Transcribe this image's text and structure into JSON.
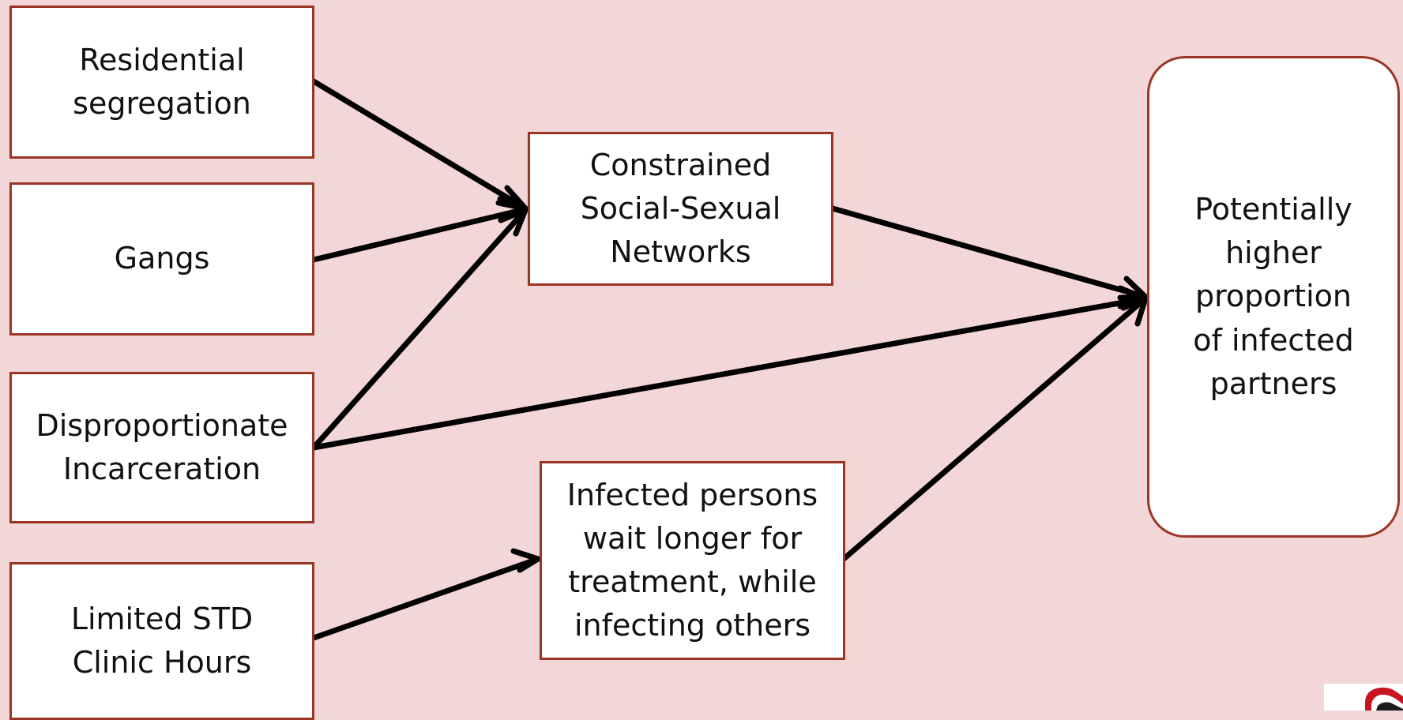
{
  "nodes": {
    "residential_segregation": "Residential\nsegregation",
    "gangs": "Gangs",
    "disproportionate_incarceration": "Disproportionate\nIncarceration",
    "limited_std_clinic_hours": "Limited STD\nClinic Hours",
    "constrained_networks": "Constrained\nSocial-Sexual\nNetworks",
    "infected_persons_wait": "Infected persons\nwait longer for\ntreatment, while\ninfecting others",
    "outcome": "Potentially\nhigher\nproportion\nof infected\npartners"
  },
  "edges": [
    {
      "from": "residential_segregation",
      "to": "constrained_networks"
    },
    {
      "from": "gangs",
      "to": "constrained_networks"
    },
    {
      "from": "disproportionate_incarceration",
      "to": "constrained_networks"
    },
    {
      "from": "disproportionate_incarceration",
      "to": "outcome"
    },
    {
      "from": "constrained_networks",
      "to": "outcome"
    },
    {
      "from": "limited_std_clinic_hours",
      "to": "infected_persons_wait"
    },
    {
      "from": "infected_persons_wait",
      "to": "outcome"
    }
  ],
  "colors": {
    "background": "#f3d6d8",
    "box_border": "#9a3524",
    "arrow": "#000000"
  },
  "logo_icon": "organization-logo-icon"
}
